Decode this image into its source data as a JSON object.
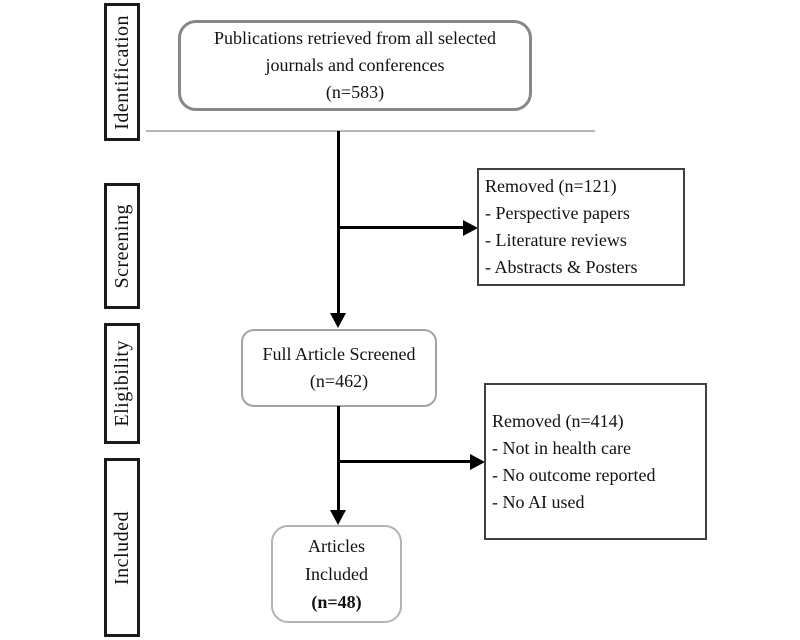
{
  "sidebar": {
    "stages": [
      {
        "label": "Identification"
      },
      {
        "label": "Screening"
      },
      {
        "label": "Eligibility"
      },
      {
        "label": "Included"
      }
    ]
  },
  "flow": {
    "retrieved": {
      "line1": "Publications retrieved from all selected",
      "line2": "journals and conferences",
      "line3": "(n=583)"
    },
    "screened": {
      "line1": "Full Article Screened",
      "line2": "(n=462)"
    },
    "included": {
      "line1": "Articles",
      "line2": "Included",
      "line3": "(n=48)"
    },
    "removed_screening": {
      "title": "Removed (n=121)",
      "items": [
        "- Perspective papers",
        "- Literature reviews",
        "- Abstracts & Posters"
      ]
    },
    "removed_eligibility": {
      "title": "Removed (n=414)",
      "items": [
        "- Not in health care",
        "- No outcome reported",
        "- No AI used"
      ]
    }
  },
  "colors": {
    "text": "#111111",
    "connector": "#000000",
    "stage_border": "#1a1a1a",
    "primary_rounded_border": "#878787",
    "secondary_rounded_border": "#a3a3a3",
    "removed_border": "#404040",
    "separator": "#b5b5b5"
  }
}
